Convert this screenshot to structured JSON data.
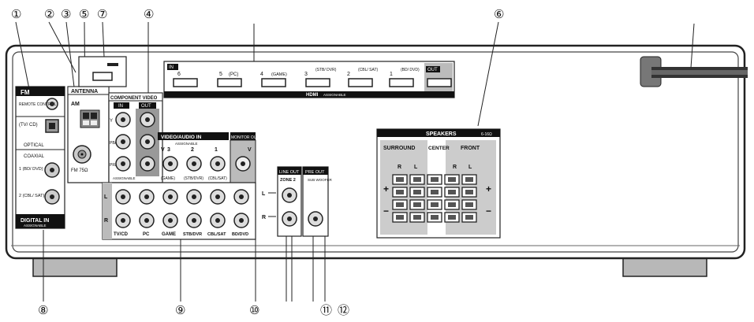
{
  "callouts": [
    "①",
    "②",
    "③",
    "⑤",
    "⑦",
    "④",
    "⑥",
    "⑧",
    "⑨",
    "⑩",
    "⑪",
    "⑫"
  ],
  "fm": {
    "section": "FM",
    "remote": "REMOTE CONTROL",
    "tvcd": "(TV/ CD)",
    "optical": "OPTICAL",
    "coaxial": "COAXIAL",
    "coax1": "1 (BD/ DVD)",
    "coax2": "2 (CBL/ SAT)",
    "digital_in": "DIGITAL IN",
    "digital_sub": "ASSIGNABLE"
  },
  "antenna": {
    "title": "ANTENNA",
    "am": "AM",
    "fm": "FM 75Ω"
  },
  "component": {
    "title": "COMPONENT VIDEO",
    "in": "IN",
    "out": "OUT",
    "y": "Y",
    "pb": "PB/ CB",
    "pr": "PR/ CR",
    "assignable": "ASSIGNABLE"
  },
  "hdmi": {
    "in": "IN",
    "title": "HDMI",
    "sub": "ASSIGNABLE",
    "ports": [
      "6",
      "5",
      "(PC)",
      "4",
      "(GAME)",
      "3",
      "(STB/ DVR)",
      "2",
      "(CBL/ SAT)",
      "1",
      "(BD/ DVD)",
      "OUT"
    ]
  },
  "video_audio": {
    "title": "VIDEO/AUDIO IN",
    "sub": "ASSIGNABLE",
    "v": "V",
    "inputs": [
      "3",
      "2",
      "1"
    ],
    "labels": [
      "(GAME)",
      "(STB/DVR)",
      "(CBL/SAT)"
    ],
    "l": "L",
    "r": "R",
    "bottom": [
      "TV/CD",
      "PC",
      "GAME",
      "STB/DVR",
      "CBL/SAT",
      "BD/DVD"
    ],
    "monitor": "MONITOR OUT"
  },
  "line_out": {
    "title": "LINE OUT",
    "zone": "ZONE 2",
    "l": "L",
    "r": "R"
  },
  "pre_out": {
    "title": "PRE OUT",
    "sub": "SUB WOOFER"
  },
  "speakers": {
    "title": "SPEAKERS",
    "ohm": "6-16Ω",
    "surround": "SURROUND",
    "center": "CENTER",
    "front": "FRONT",
    "r": "R",
    "l": "L",
    "plus": "+",
    "minus": "−"
  }
}
